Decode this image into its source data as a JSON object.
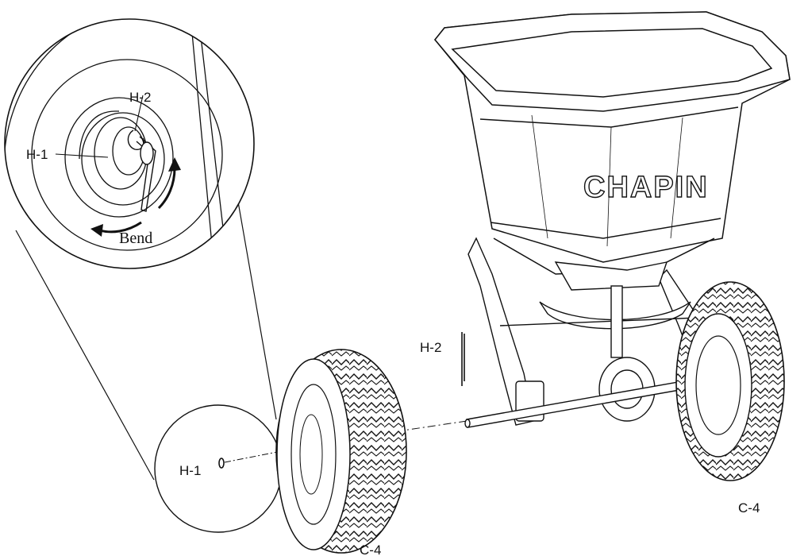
{
  "labels": {
    "h2_detail": "H-2",
    "h1_detail": "H-1",
    "bend": "Bend",
    "h2_main": "H-2",
    "h1_main": "H-1",
    "c4_left": "C-4",
    "c4_right": "C-4"
  },
  "brand": "CHAPIN",
  "colors": {
    "line": "#111111",
    "background": "#ffffff"
  }
}
